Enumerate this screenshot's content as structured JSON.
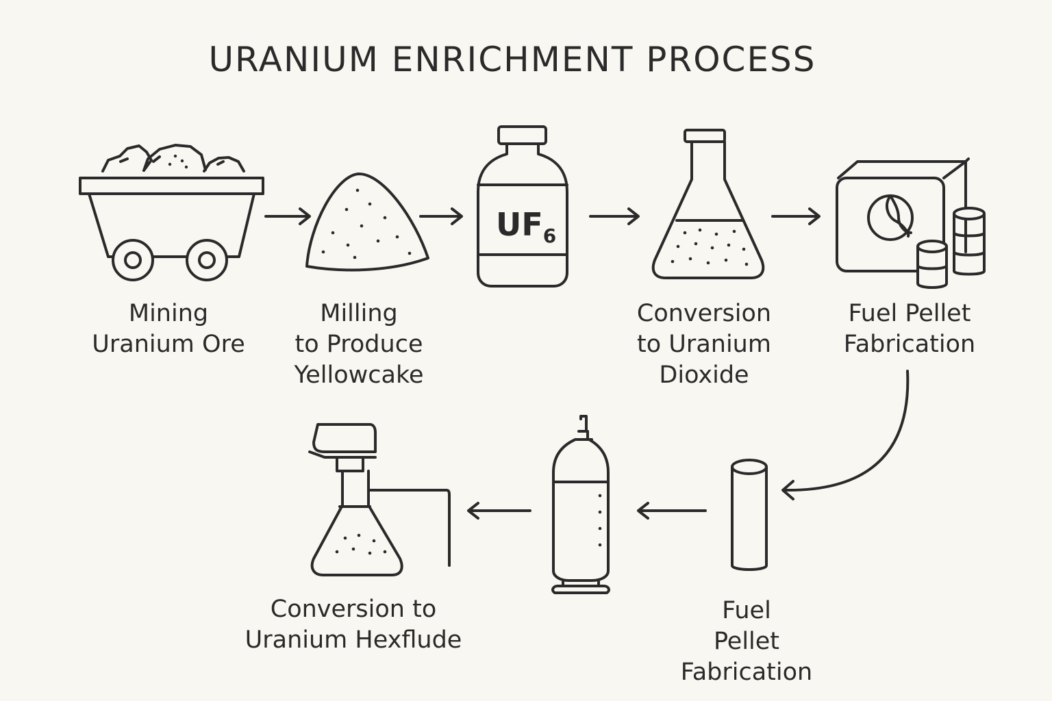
{
  "title": "URANIUM ENRICHMENT PROCESS",
  "steps": [
    {
      "label": "Mining\nUranium Ore",
      "icon": "mine-cart-icon"
    },
    {
      "label": "Milling\nto Produce\nYellowcake",
      "icon": "yellowcake-pile-icon"
    },
    {
      "label": "",
      "icon": "uf6-bottle-icon",
      "icon_text": "UF",
      "icon_subscript": "6"
    },
    {
      "label": "Conversion\nto Uranium\nDioxide",
      "icon": "erlenmeyer-flask-icon"
    },
    {
      "label": "Fuel Pellet\nFabrication",
      "icon": "pellet-press-icon"
    },
    {
      "label": "Fuel\nPellet\nFabrication",
      "icon": "fuel-rod-icon"
    },
    {
      "label": "",
      "icon": "gas-cylinder-icon"
    },
    {
      "label": "Conversion to\nUranium Hexflude",
      "icon": "distillation-flask-icon"
    }
  ],
  "colors": {
    "background": "#f8f7f2",
    "ink": "#2a2a2a"
  }
}
